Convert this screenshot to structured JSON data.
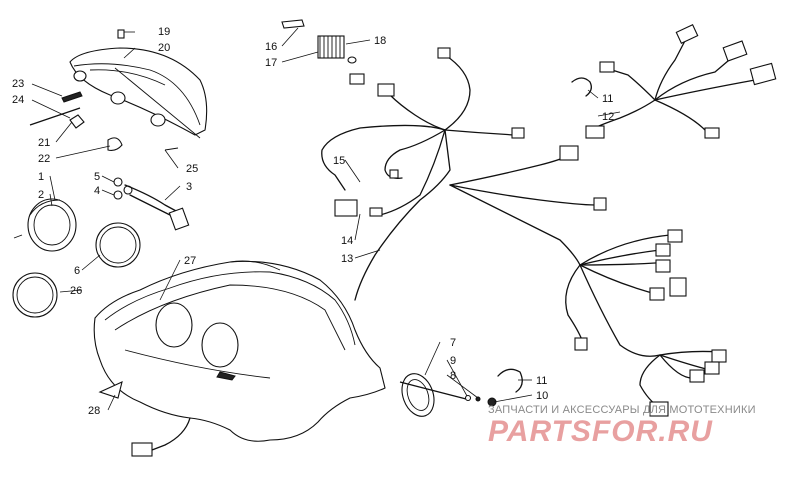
{
  "callouts": {
    "c1": "1",
    "c2": "2",
    "c3": "3",
    "c4": "4",
    "c5": "5",
    "c6": "6",
    "c7": "7",
    "c8": "8",
    "c9": "9",
    "c10": "10",
    "c11a": "11",
    "c11b": "11",
    "c12": "12",
    "c13": "13",
    "c14": "14",
    "c15": "15",
    "c16": "16",
    "c17": "17",
    "c18": "18",
    "c19": "19",
    "c20": "20",
    "c21": "21",
    "c22": "22",
    "c23": "23",
    "c24": "24",
    "c25": "25",
    "c26": "26",
    "c27": "27",
    "c28": "28"
  },
  "watermark": {
    "subtitle": "ЗАПЧАСТИ И АКСЕССУАРЫ ДЛЯ МОТОТЕХНИКИ",
    "brand": "PARTSFOR.RU"
  },
  "colors": {
    "line": "#111111",
    "watermark_brand": "#e8a0a0",
    "watermark_text": "#8a8a8a"
  }
}
